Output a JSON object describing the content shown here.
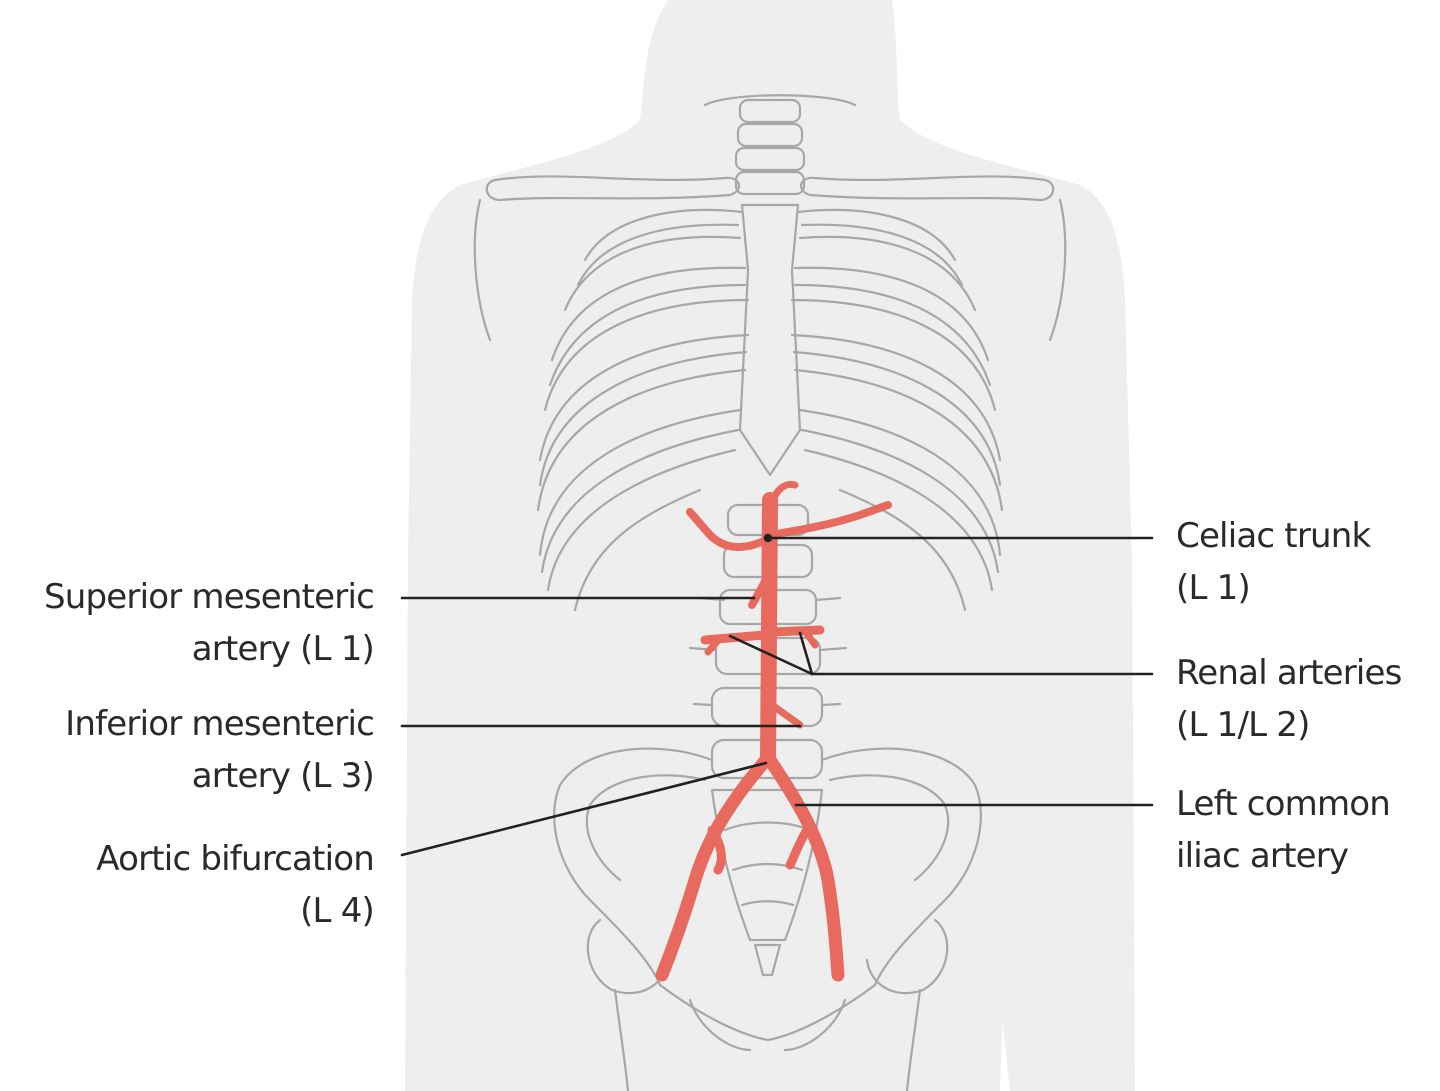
{
  "figure": {
    "colors": {
      "background": "#ffffff",
      "body": "#eeeeee",
      "skeleton_line": "#a7a7a7",
      "artery": "#e8695d",
      "leader_line": "#222222",
      "text": "#2a2a2a"
    }
  },
  "labels": {
    "superior_mesenteric": {
      "line1": "Superior mesenteric",
      "line2": "artery (L 1)"
    },
    "inferior_mesenteric": {
      "line1": "Inferior mesenteric",
      "line2": "artery (L 3)"
    },
    "aortic_bifurcation": {
      "line1": "Aortic bifurcation",
      "line2": "(L 4)"
    },
    "celiac_trunk": {
      "line1": "Celiac trunk",
      "line2": "(L 1)"
    },
    "renal_arteries": {
      "line1": "Renal arteries",
      "line2": "(L 1/L 2)"
    },
    "left_common_iliac": {
      "line1": "Left common",
      "line2": "iliac artery"
    }
  }
}
